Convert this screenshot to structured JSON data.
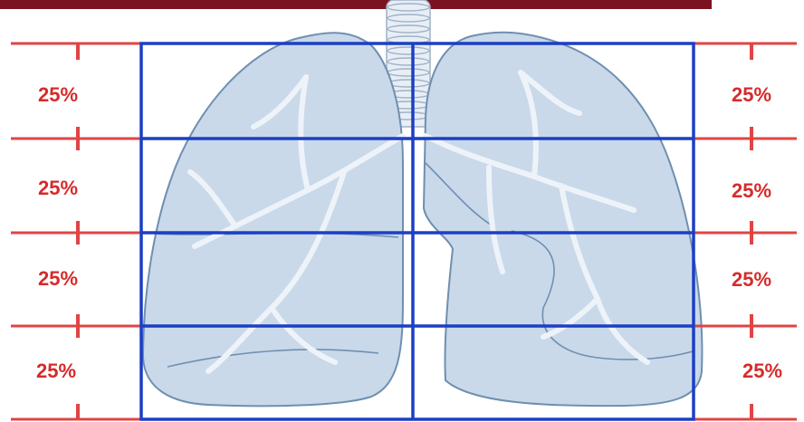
{
  "colors": {
    "header_bar": "#7a1220",
    "red_lines": "#e04444",
    "label_red": "#d62b2b",
    "blue_grid": "#1c3fc4",
    "lung_fill": "#c9d9ea",
    "lung_stroke": "#6f8fb0",
    "airway": "#eef3f9",
    "trachea_fill": "#e8eef5",
    "trachea_stroke": "#9fb2c7"
  },
  "illustration": {
    "subject": "lungs",
    "icon": "lungs-icon"
  },
  "zones": {
    "left_labels": [
      "25%",
      "25%",
      "25%",
      "25%"
    ],
    "right_labels": [
      "25%",
      "25%",
      "25%",
      "25%"
    ]
  }
}
